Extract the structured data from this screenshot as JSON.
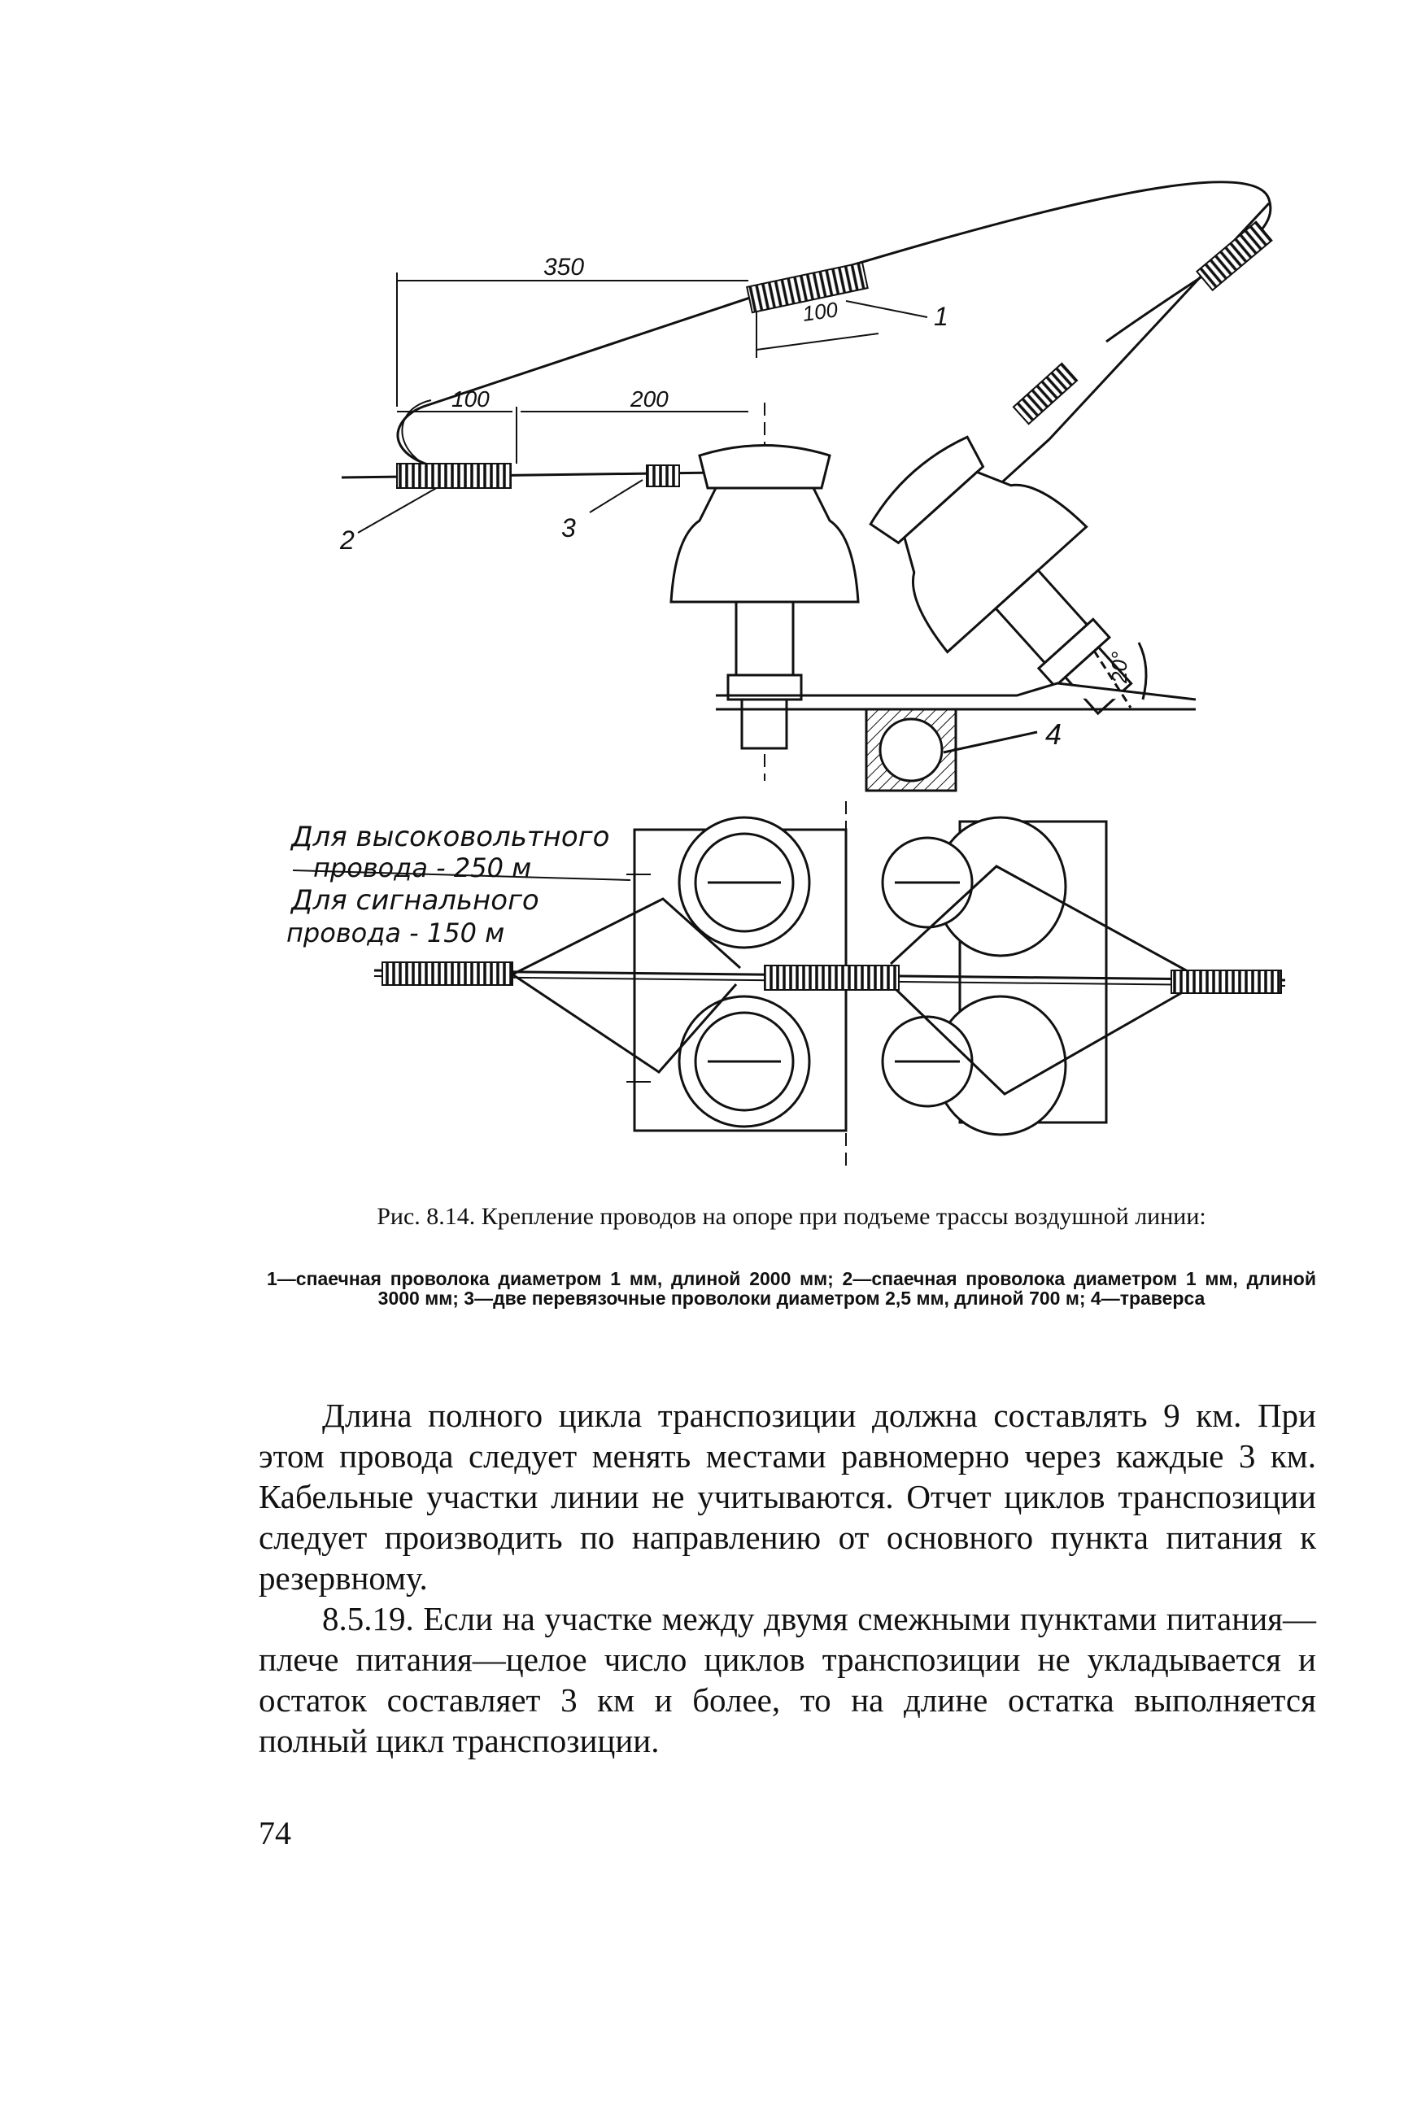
{
  "figure": {
    "dimensions": {
      "d350": "350",
      "d100_top": "100",
      "d100_left": "100",
      "d200": "200"
    },
    "callouts": {
      "c1": "1",
      "c2": "2",
      "c3": "3",
      "c4": "4"
    },
    "angle": "20°",
    "note_high_line1": "Для высоковольтного",
    "note_high_line2": "провода - 250 м",
    "note_signal_line1": "Для сигнального",
    "note_signal_line2": "провода - 150 м"
  },
  "caption": {
    "title": "Рис. 8.14. Крепление проводов на опоре при подъеме трассы воздушной линии:",
    "legend": "1—спаечная проволока диаметром 1 мм, длиной 2000 мм; 2—спаечная проволока диаметром 1 мм, длиной 3000 мм; 3—две перевязочные проволоки диаметром 2,5 мм, длиной 700 м; 4—траверса"
  },
  "body": {
    "paragraph1": "Длина полного цикла транспозиции должна составлять 9 км. При этом провода следует менять местами равномерно через каждые 3 км. Кабельные участки линии не учитываются. Отчет циклов транспозиции следует производить по направлению от основного пункта питания к резервному.",
    "paragraph2": "8.5.19. Если на участке между двумя смежными пунктами питания—плече питания—целое число циклов транспозиции не укладывается и остаток составляет 3 км и более, то на длине остатка выполняется полный цикл транспозиции."
  },
  "page_number": "74"
}
